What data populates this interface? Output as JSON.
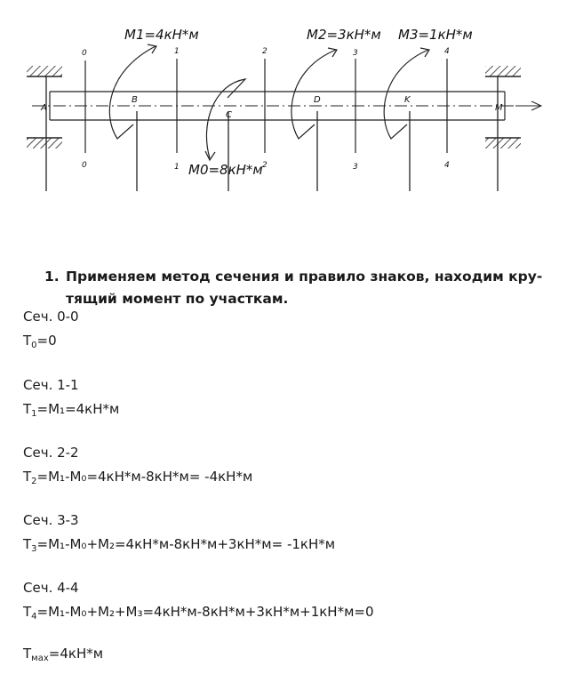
{
  "diagram": {
    "loads": {
      "m1": "M1=4кН*м",
      "m2": "M2=3кН*м",
      "m3": "M3=1кН*м",
      "m0": "M0=8кН*м"
    },
    "nodes": {
      "a": "A",
      "b": "B",
      "c": "C",
      "d": "D",
      "k": "K",
      "m": "M"
    },
    "section_marks": [
      "0",
      "1",
      "2",
      "3",
      "4"
    ]
  },
  "text": {
    "step_number": "1.",
    "heading_line1": "Применяем метод сечения и правило знаков, находим кру-",
    "heading_line2": "тящий момент по участкам.",
    "sections": [
      {
        "label": "Сеч. 0-0",
        "t": "T",
        "sub": "0",
        "rest": "=0"
      },
      {
        "label": "Сеч. 1-1",
        "t": "T",
        "sub": "1",
        "rest": "=M₁=4кН*м"
      },
      {
        "label": "Сеч. 2-2",
        "t": "T",
        "sub": "2",
        "rest": "=M₁-M₀=4кН*м-8кН*м= -4кН*м"
      },
      {
        "label": "Сеч. 3-3",
        "t": "T",
        "sub": "3",
        "rest": "=M₁-M₀+M₂=4кН*м-8кН*м+3кН*м= -1кН*м"
      },
      {
        "label": "Сеч. 4-4",
        "t": "T",
        "sub": "4",
        "rest": "=M₁-M₀+M₂+M₃=4кН*м-8кН*м+3кН*м+1кН*м=0"
      }
    ],
    "tmax": {
      "t": "T",
      "sub": "мах",
      "rest": "=4кН*м"
    }
  }
}
